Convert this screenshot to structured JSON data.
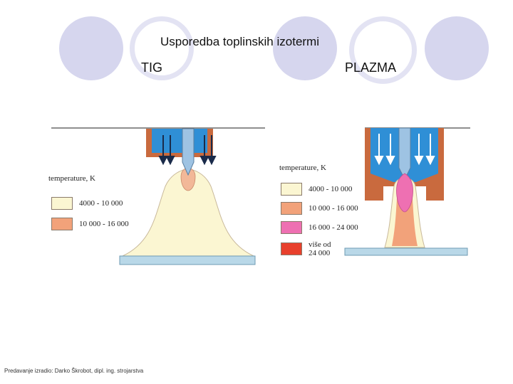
{
  "slide": {
    "title": "Usporedba toplinskih izotermi",
    "footer": "Predavanje izradio: Darko Škrobot, dipl. ing. strojarstva"
  },
  "tig": {
    "label": "TIG",
    "legend_title": "temperature, K",
    "legend": [
      {
        "label": "4000 - 10 000",
        "color": "#fbf6d2"
      },
      {
        "label": "10 000 - 16 000",
        "color": "#f2a27a"
      }
    ]
  },
  "plasma": {
    "label": "PLAZMA",
    "legend_title": "temperature, K",
    "legend": [
      {
        "label": "4000 - 10 000",
        "color": "#fbf6d2"
      },
      {
        "label": "10 000 - 16 000",
        "color": "#f2a27a"
      },
      {
        "label": "16 000 - 24 000",
        "color": "#ee70b2"
      },
      {
        "label_lines": [
          "više od",
          "24 000"
        ],
        "color": "#e8402c"
      }
    ]
  },
  "colors": {
    "nozzle_blue": "#2f8fd6",
    "nozzle_brown": "#c96a3e",
    "electrode": "#9ec3e3",
    "workpiece": "#b9d8e8",
    "decor_circle": "#d6d6ee"
  }
}
